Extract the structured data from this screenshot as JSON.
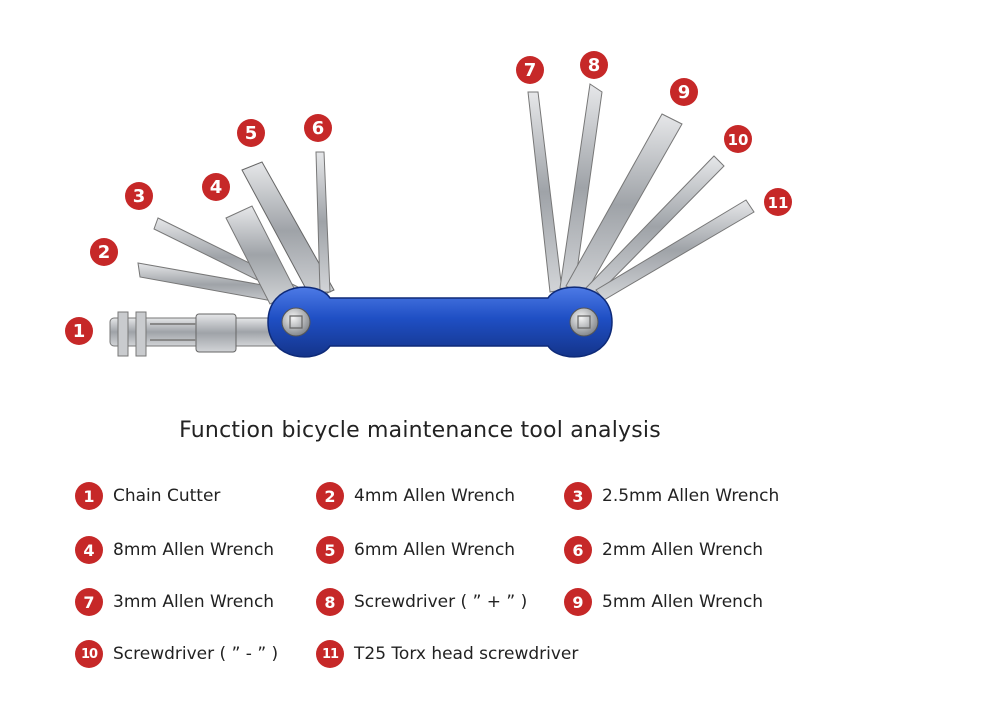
{
  "callouts": [
    "1",
    "2",
    "3",
    "4",
    "5",
    "6",
    "7",
    "8",
    "9",
    "10",
    "11"
  ],
  "title": "Function bicycle maintenance tool analysis",
  "legend": [
    {
      "number": "1",
      "label": "Chain Cutter"
    },
    {
      "number": "2",
      "label": "4mm Allen Wrench"
    },
    {
      "number": "3",
      "label": "2.5mm Allen Wrench"
    },
    {
      "number": "4",
      "label": "8mm Allen Wrench"
    },
    {
      "number": "5",
      "label": "6mm Allen Wrench"
    },
    {
      "number": "6",
      "label": "2mm Allen Wrench"
    },
    {
      "number": "7",
      "label": "3mm Allen Wrench"
    },
    {
      "number": "8",
      "label": "Screwdriver ( ”  + ” )"
    },
    {
      "number": "9",
      "label": "5mm Allen Wrench"
    },
    {
      "number": "10",
      "label": "Screwdriver ( ”  - ” )"
    },
    {
      "number": "11",
      "label": "T25 Torx head screwdriver"
    }
  ],
  "colors": {
    "badge": "#c62828",
    "handle": "#1f4fc4",
    "steel": "#b9bcc0"
  }
}
